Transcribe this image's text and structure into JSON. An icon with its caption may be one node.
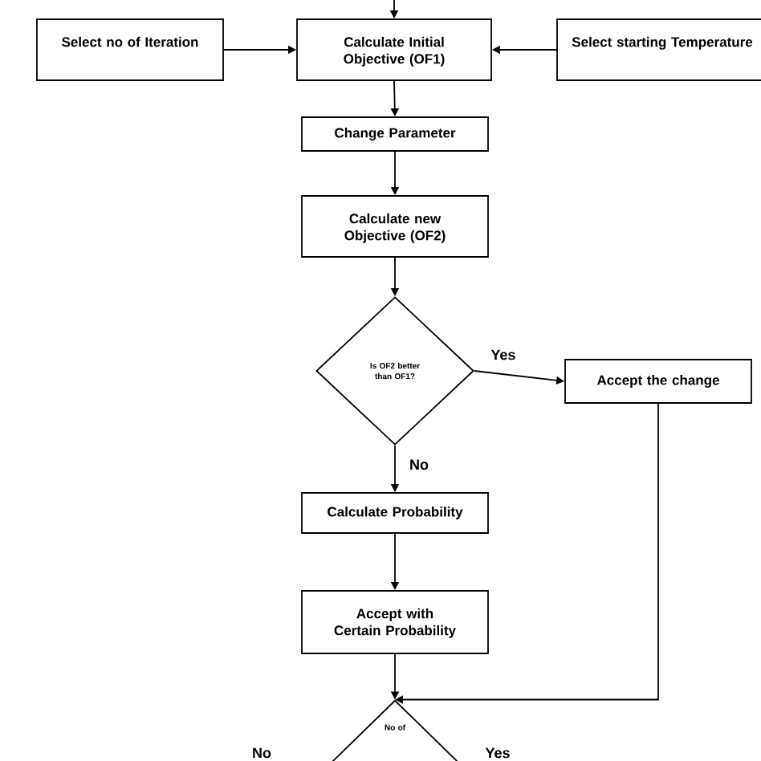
{
  "diagram": {
    "nodes": [
      {
        "text": [
          "Select no of Iteration"
        ]
      },
      {
        "text": [
          "Calculate Initial Objective (OF1)"
        ]
      },
      {
        "text": [
          "Select starting Temperature"
        ]
      },
      {
        "text": [
          "Change Parameter"
        ]
      },
      {
        "text": [
          "Calculate new Objective (OF2)"
        ]
      },
      {
        "text": [
          "Is OF2 better than OF1?"
        ]
      },
      {
        "text": [
          "Accept the change"
        ]
      },
      {
        "text": [
          "Calculate Probability"
        ]
      },
      {
        "text": [
          "Accept with Certain Probability"
        ]
      },
      {
        "text": [
          "No of"
        ]
      }
    ],
    "edges": [
      {
        "from": null,
        "to": 1,
        "arrow": "to"
      },
      {
        "from": 0,
        "to": 1,
        "arrow": "to"
      },
      {
        "from": 2,
        "to": 1,
        "arrow": "to"
      },
      {
        "from": 1,
        "to": 3,
        "arrow": "to"
      },
      {
        "from": 3,
        "to": 4,
        "arrow": "to"
      },
      {
        "from": 4,
        "to": 5,
        "arrow": "to"
      },
      {
        "from": 5,
        "to": 6,
        "arrow": "to",
        "label": "Yes"
      },
      {
        "from": 5,
        "to": 7,
        "arrow": "to",
        "label": "No"
      },
      {
        "from": 7,
        "to": 8,
        "arrow": "to"
      },
      {
        "from": 8,
        "to": 9,
        "arrow": "to"
      },
      {
        "from": 6,
        "to": 9,
        "arrow": "to"
      }
    ],
    "labels": [
      "No",
      "Yes"
    ]
  }
}
